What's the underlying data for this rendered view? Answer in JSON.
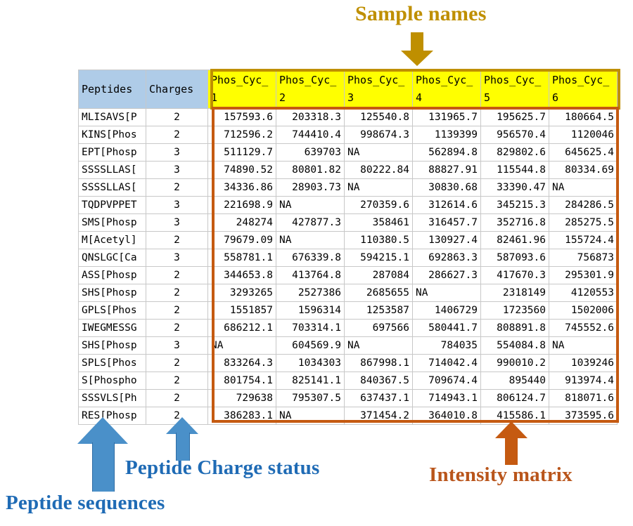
{
  "annotations": {
    "sample_names": {
      "label": "Sample names",
      "color": "#BF8F00"
    },
    "peptide_sequences": {
      "label": "Peptide sequences",
      "color": "#1F6BB5"
    },
    "peptide_charge_status": {
      "label": "Peptide Charge status",
      "color": "#1F6BB5"
    },
    "intensity_matrix": {
      "label": "Intensity matrix",
      "color": "#C55A11"
    }
  },
  "table": {
    "headers": {
      "peptides": "Peptides",
      "charges": "Charges",
      "samples": [
        "Phos_Cyc_1",
        "Phos_Cyc_2",
        "Phos_Cyc_3",
        "Phos_Cyc_4",
        "Phos_Cyc_5",
        "Phos_Cyc_6"
      ]
    },
    "header_bg_left": "#AFCCE8",
    "header_bg_samples": "#FFFF00",
    "rows": [
      {
        "peptide": "MLISAVS[P",
        "charge": "2",
        "values": [
          "157593.6",
          "203318.3",
          "125540.8",
          "131965.7",
          "195625.7",
          "180664.5"
        ]
      },
      {
        "peptide": "KINS[Phos",
        "charge": "2",
        "values": [
          "712596.2",
          "744410.4",
          "998674.3",
          "1139399",
          "956570.4",
          "1120046"
        ]
      },
      {
        "peptide": "EPT[Phosp",
        "charge": "3",
        "values": [
          "511129.7",
          "639703",
          "NA",
          "562894.8",
          "829802.6",
          "645625.4"
        ]
      },
      {
        "peptide": "SSSSLLAS[",
        "charge": "3",
        "values": [
          "74890.52",
          "80801.82",
          "80222.84",
          "88827.91",
          "115544.8",
          "80334.69"
        ]
      },
      {
        "peptide": "SSSSLLAS[",
        "charge": "2",
        "values": [
          "34336.86",
          "28903.73",
          "NA",
          "30830.68",
          "33390.47",
          "NA"
        ]
      },
      {
        "peptide": "TQDPVPPET",
        "charge": "3",
        "values": [
          "221698.9",
          "NA",
          "270359.6",
          "312614.6",
          "345215.3",
          "284286.5"
        ]
      },
      {
        "peptide": "SMS[Phosp",
        "charge": "3",
        "values": [
          "248274",
          "427877.3",
          "358461",
          "316457.7",
          "352716.8",
          "285275.5"
        ]
      },
      {
        "peptide": "M[Acetyl]",
        "charge": "2",
        "values": [
          "79679.09",
          "NA",
          "110380.5",
          "130927.4",
          "82461.96",
          "155724.4"
        ]
      },
      {
        "peptide": "QNSLGC[Ca",
        "charge": "3",
        "values": [
          "558781.1",
          "676339.8",
          "594215.1",
          "692863.3",
          "587093.6",
          "756873"
        ]
      },
      {
        "peptide": "ASS[Phosp",
        "charge": "2",
        "values": [
          "344653.8",
          "413764.8",
          "287084",
          "286627.3",
          "417670.3",
          "295301.9"
        ]
      },
      {
        "peptide": "SHS[Phosp",
        "charge": "2",
        "values": [
          "3293265",
          "2527386",
          "2685655",
          "NA",
          "2318149",
          "4120553"
        ]
      },
      {
        "peptide": "GPLS[Phos",
        "charge": "2",
        "values": [
          "1551857",
          "1596314",
          "1253587",
          "1406729",
          "1723560",
          "1502006"
        ]
      },
      {
        "peptide": "IWEGMESSG",
        "charge": "2",
        "values": [
          "686212.1",
          "703314.1",
          "697566",
          "580441.7",
          "808891.8",
          "745552.6"
        ]
      },
      {
        "peptide": "SHS[Phosp",
        "charge": "3",
        "values": [
          "NA",
          "604569.9",
          "NA",
          "784035",
          "554084.8",
          "NA"
        ]
      },
      {
        "peptide": "SPLS[Phos",
        "charge": "2",
        "values": [
          "833264.3",
          "1034303",
          "867998.1",
          "714042.4",
          "990010.2",
          "1039246"
        ]
      },
      {
        "peptide": "S[Phospho",
        "charge": "2",
        "values": [
          "801754.1",
          "825141.1",
          "840367.5",
          "709674.4",
          "895440",
          "913974.4"
        ]
      },
      {
        "peptide": "SSSVLS[Ph",
        "charge": "2",
        "values": [
          "729638",
          "795307.5",
          "637437.1",
          "714943.1",
          "806124.7",
          "818071.6"
        ]
      },
      {
        "peptide": "RES[Phosp",
        "charge": "2",
        "values": [
          "386283.1",
          "NA",
          "371454.2",
          "364010.8",
          "415586.1",
          "373595.6"
        ]
      }
    ]
  }
}
